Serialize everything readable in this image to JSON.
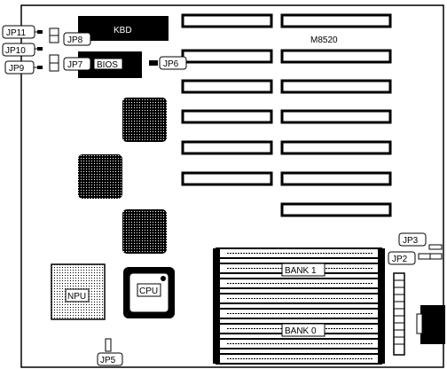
{
  "board": {
    "model": "M8520",
    "keyboard_label": "KBD",
    "bios_label": "BIOS",
    "cpu_label": "CPU",
    "npu_label": "NPU",
    "bank1_label": "BANK 1",
    "bank0_label": "BANK 0"
  },
  "jumpers": {
    "jp2": "JP2",
    "jp3": "JP3",
    "jp5": "JP5",
    "jp6": "JP6",
    "jp7": "JP7",
    "jp8": "JP8",
    "jp9": "JP9",
    "jp10": "JP10",
    "jp11": "JP11"
  },
  "colors": {
    "ink": "#000000",
    "paper": "#ffffff"
  }
}
